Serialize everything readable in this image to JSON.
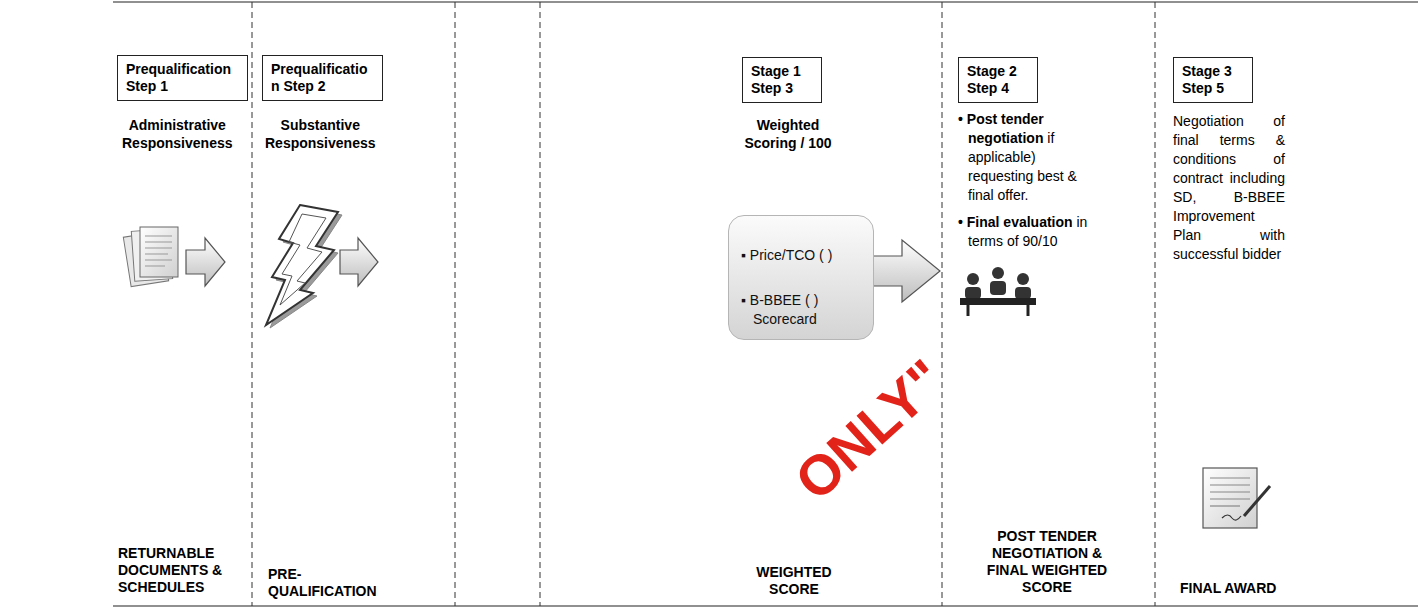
{
  "diagram": {
    "nodes": [
      {
        "text": [
          "Prequalification Step 1"
        ]
      },
      {
        "text": [
          "Prequalificatio n Step 2"
        ]
      },
      {
        "text": [
          "Stage 1 Step 3"
        ]
      },
      {
        "text": [
          "▪ Price/TCO ( )",
          "▪ B-BBEE ( ) Scorecard"
        ]
      },
      {
        "text": [
          "Stage 2 Step 4"
        ]
      },
      {
        "text": [
          "Stage 3 Step 5"
        ]
      }
    ],
    "labels": [
      "Administrative Responsiveness",
      "Substantive Responsiveness",
      "Weighted Scoring / 100",
      "• Post tender negotiation",
      "if applicable) requesting best & final offer.",
      "• Final evaluation",
      "in terms of 90/10",
      "Negotiation of final terms & conditions of contract including SD, B-BBEE Improvement Plan with successful bidder",
      "RETURNABLE DOCUMENTS & SCHEDULES",
      "PRE- QUALIFICATION",
      "WEIGHTED SCORE",
      "POST TENDER NEGOTIATION & FINAL WEIGHTED SCORE",
      "FINAL AWARD",
      "ONLY\""
    ]
  }
}
